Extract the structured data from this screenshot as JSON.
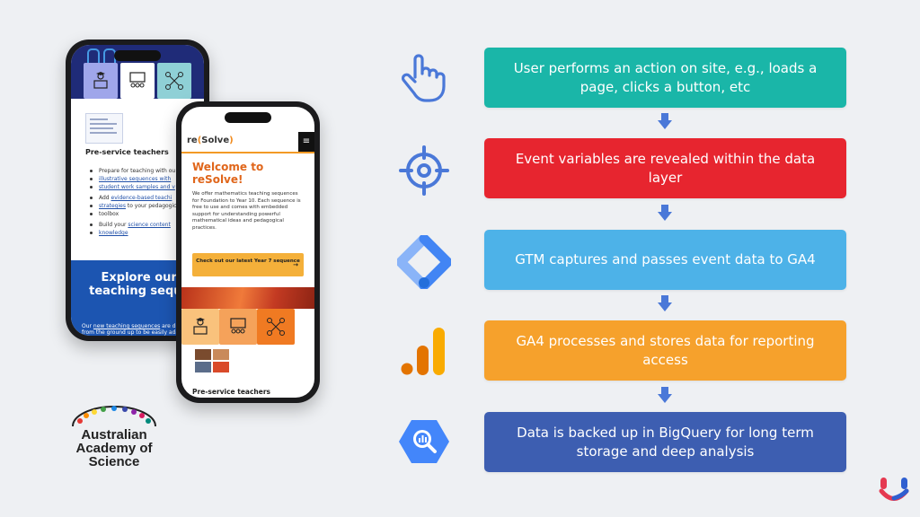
{
  "phone_back": {
    "heading": "Pre-service teachers",
    "bullets": [
      {
        "pre": "Prepare for teaching with ou",
        "link": "illustrative sequences with",
        "link2": "student work samples and v",
        "post": ""
      },
      {
        "pre": "Add ",
        "link": "evidence-based teachi",
        "link2": "strategies",
        "post": " to your pedagogic"
      },
      {
        "pre": "toolbox",
        "link": "",
        "link2": "",
        "post": ""
      },
      {
        "pre": "Build your ",
        "link": "science content",
        "link2": "knowledge",
        "post": ""
      }
    ],
    "banner": "Explore our new teaching sequences",
    "banner_small_pre": "Our ",
    "banner_small_link": "new teaching sequences",
    "banner_small_post": " are de",
    "banner_small_2": "from the ground up to be easily ada"
  },
  "phone_front": {
    "logo_prefix": "re",
    "logo_bracket_open": "(",
    "logo_word": "Solve",
    "logo_bracket_close": ")",
    "welcome": "Welcome to reSolve!",
    "body": "We offer mathematics teaching sequences for Foundation to Year 10. Each sequence is free to use and comes with embedded support for understanding powerful mathematical ideas and pedagogical practices.",
    "cta": "Check out our latest Year 7 sequence",
    "cta_arrow": "→",
    "heading": "Pre-service teachers",
    "menu_icon": "≡"
  },
  "aas_logo": {
    "line1": "Australian",
    "line2": "Academy of",
    "line3": "Science"
  },
  "steps": [
    {
      "icon": "hand-pointer-icon",
      "text": "User performs an action on site, e.g., loads a page, clicks a button, etc",
      "color": "#1ab6a8"
    },
    {
      "icon": "crosshair-icon",
      "text": "Event variables are revealed within the data layer",
      "color": "#e7252f"
    },
    {
      "icon": "google-tag-manager-icon",
      "text": "GTM captures and passes event data to GA4",
      "color": "#4db2e8"
    },
    {
      "icon": "google-analytics-icon",
      "text": "GA4 processes and stores data for reporting access",
      "color": "#f6a12c"
    },
    {
      "icon": "bigquery-icon",
      "text": "Data is backed up in BigQuery for long term storage and deep analysis",
      "color": "#3d5eb1"
    }
  ],
  "colors": {
    "arrow": "#4a78d8",
    "icon_blue": "#4a78d8",
    "background": "#eef0f3"
  }
}
